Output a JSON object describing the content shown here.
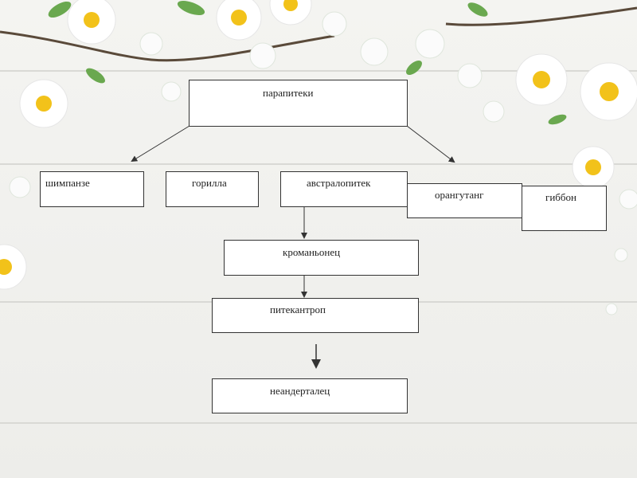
{
  "diagram": {
    "root": "парапитеки",
    "row1": [
      "шимпанзе",
      "горилла",
      "австралопитек",
      "орангутанг",
      "гиббон"
    ],
    "chain": [
      "кроманьонец",
      "питекантроп",
      "неандерталец"
    ]
  },
  "colors": {
    "background": "#f1f1ee",
    "box_border": "#333333",
    "arrow": "#333333",
    "petal": "#ffffff",
    "flower_center": "#f2c21a",
    "leaf": "#6aa84f"
  }
}
